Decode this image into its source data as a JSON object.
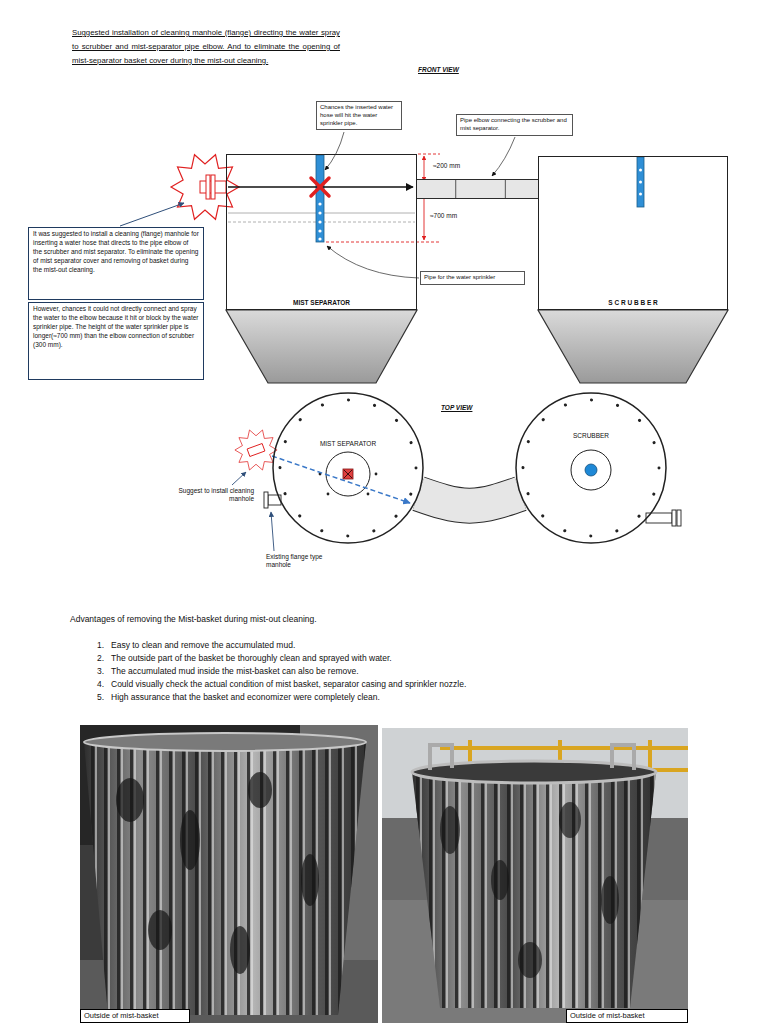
{
  "diagram": {
    "title": "Suggested installation of cleaning manhole (flange) directing the water spray to scrubber and mist-separator pipe elbow. And to eliminate the opening of mist-separator basket cover during the mist-out cleaning.",
    "nodes": [
      {
        "text": [
          "Chances the inserted water hose will hit the water sprinkler pipe."
        ]
      },
      {
        "text": [
          "Pipe elbow connecting the scrubber and mist separator."
        ]
      },
      {
        "text": [
          "MIST SEPARATOR"
        ]
      },
      {
        "text": [
          "S C R U B B E R"
        ]
      },
      {
        "text": [
          "It was suggested to install a cleaning (flange) manhole for inserting a water hose that directs to the pipe elbow of the scrubber and mist separator. To eliminate the opening of mist separator cover and removing of basket during the mist-out cleaning."
        ]
      },
      {
        "text": [
          "Pipe for the water sprinkler"
        ]
      },
      {
        "text": [
          "However, chances it could not directly connect and spray the water to the elbow because it hit or block by the water sprinkler pipe. The height of the water sprinkler pipe is longer(≈700 mm) than the elbow connection of scrubber (300 mm)."
        ]
      },
      {
        "text": [
          "MIST SEPARATOR"
        ]
      },
      {
        "text": [
          "SCRUBBER"
        ]
      },
      {
        "text": [
          "Outside of mist-basket"
        ]
      },
      {
        "text": [
          "Outside of mist-basket"
        ]
      }
    ],
    "edges": [
      {
        "from": 2,
        "to": 3,
        "arrow": "none"
      },
      {
        "from": 7,
        "to": 8,
        "arrow": "none"
      }
    ],
    "labels": [
      "FRONT VIEW",
      "≈200 mm",
      "≈700 mm",
      "TOP VIEW",
      "Suggest to install cleaning manhole",
      "Existing flange type manhole",
      "Advantages of removing the Mist-basket during mist-out cleaning.",
      "1.",
      "Easy to clean and remove the accumulated mud.",
      "2.",
      "The outside part of the basket be thoroughly clean and sprayed with water.",
      "3.",
      "The accumulated mud inside the mist-basket can also be remove.",
      "4.",
      "Could visually check the actual condition of mist basket, separator casing and sprinkler nozzle.",
      "5.",
      "High assurance that the basket and economizer were completely clean."
    ]
  }
}
